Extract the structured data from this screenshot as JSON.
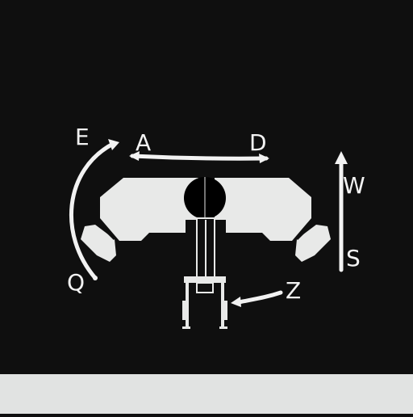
{
  "controls": {
    "yaw_left_key": "A",
    "yaw_right_key": "D",
    "pitch_up_key": "E",
    "pitch_down_key": "Q",
    "throttle_up_key": "W",
    "throttle_down_key": "S",
    "grab_key": "Z"
  },
  "colors": {
    "background": "#0f0f0f",
    "drone": "#e8e9e8",
    "arrows": "#f2f2f2",
    "ground": "#e1e3e2"
  }
}
